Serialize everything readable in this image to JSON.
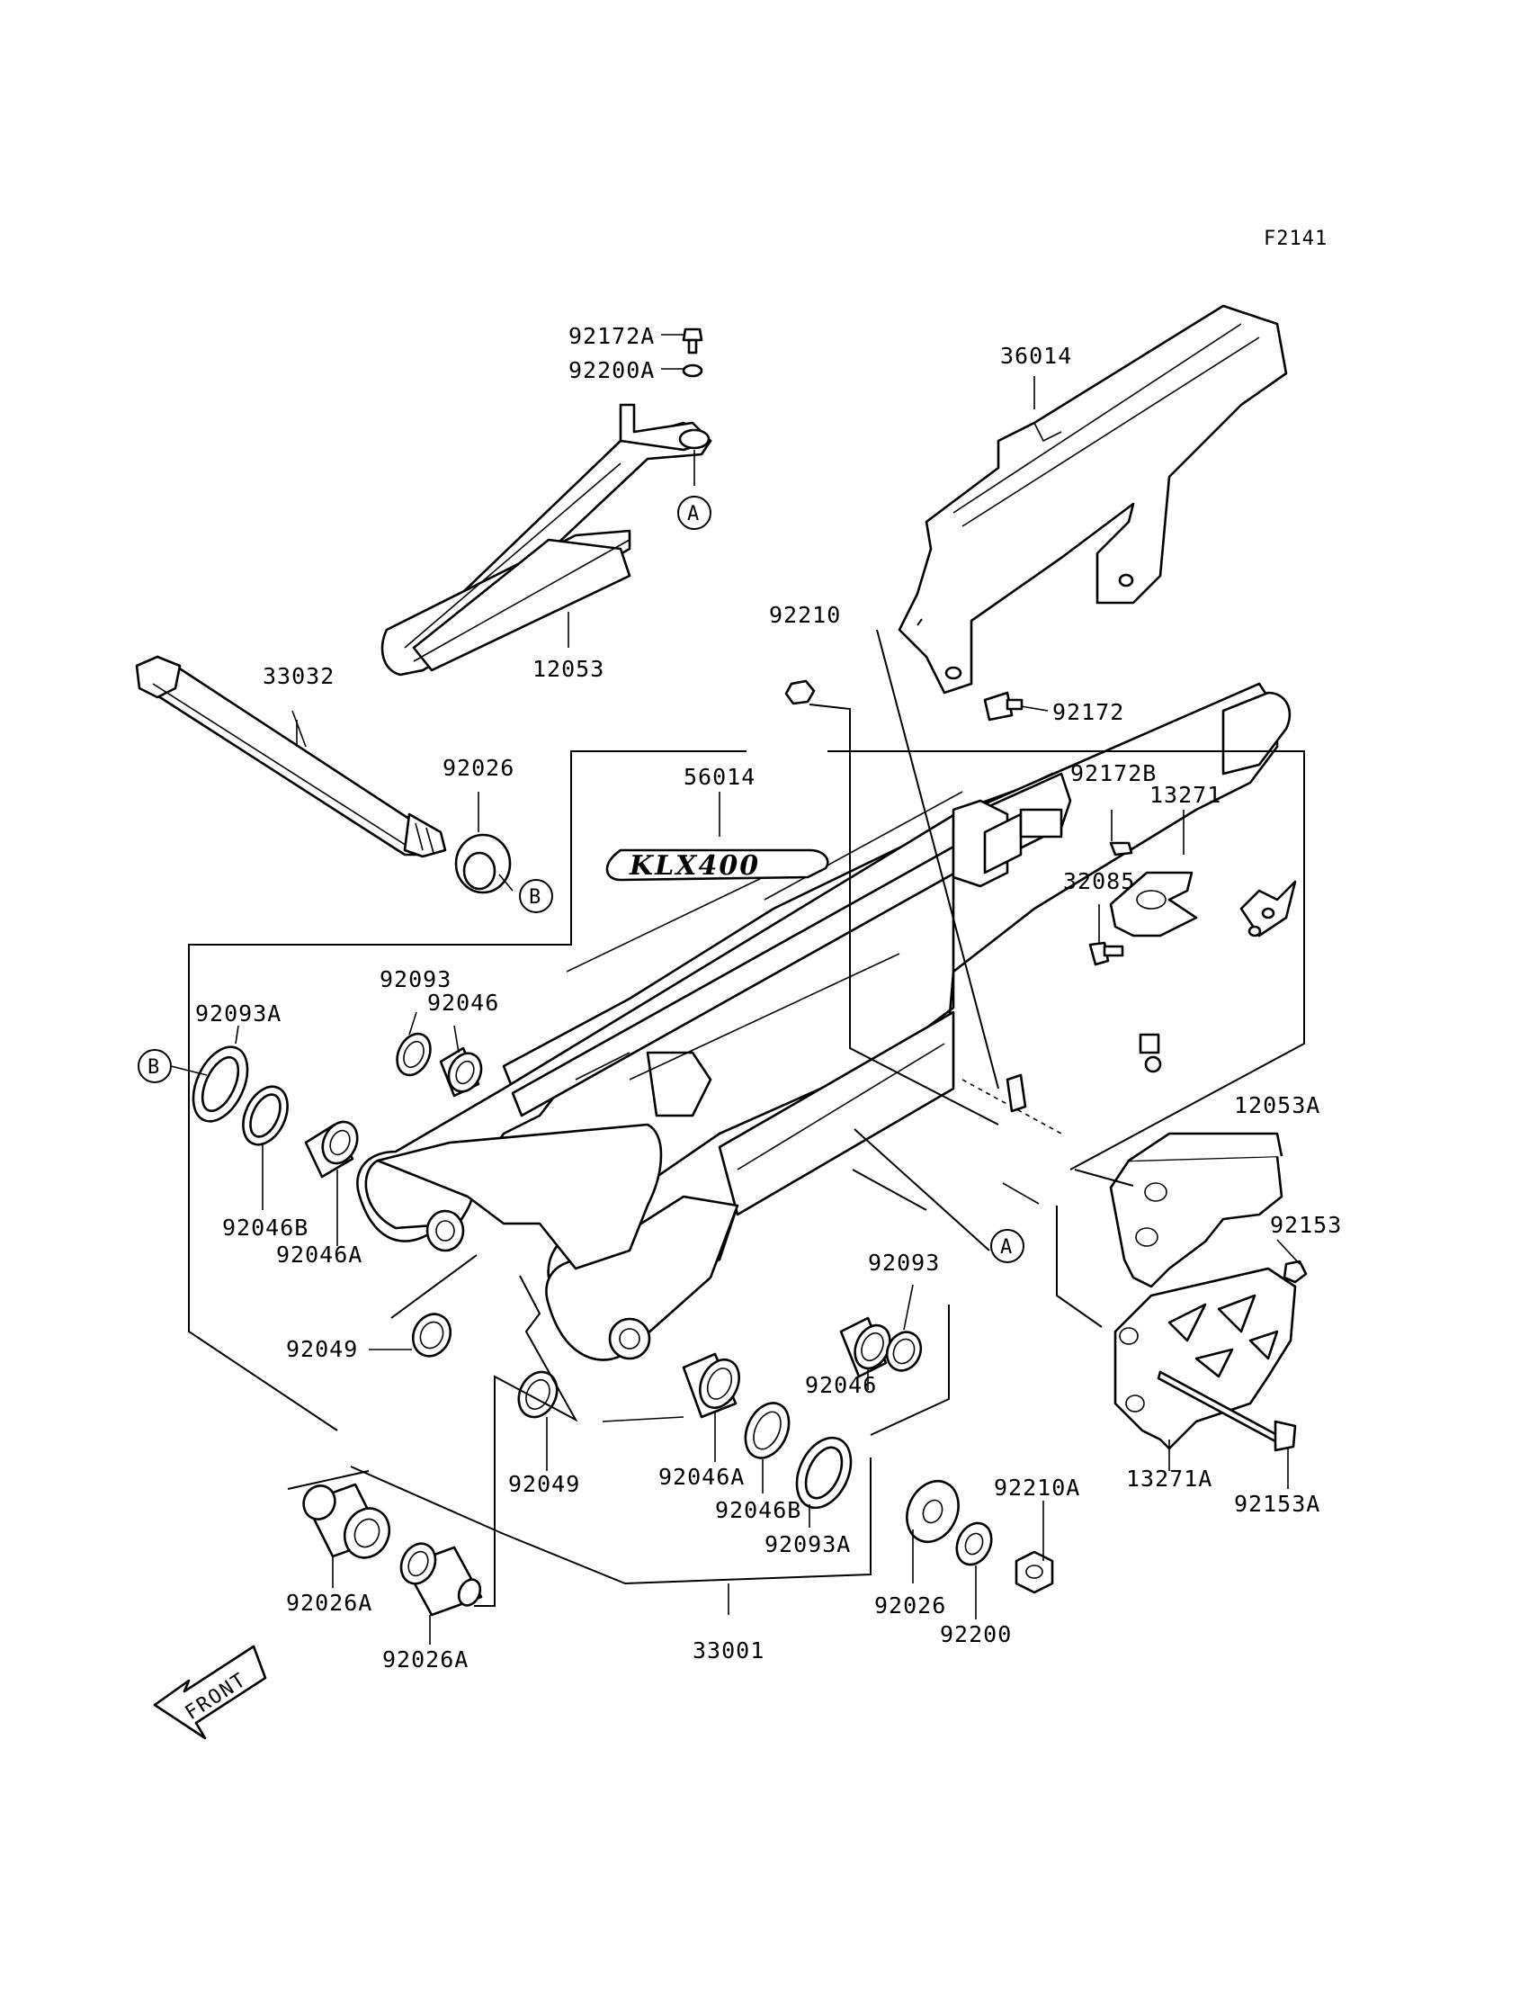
{
  "figure_id": "F2141",
  "parts": {
    "p92172A": "92172A",
    "p92200A": "92200A",
    "p36014": "36014",
    "p12053": "12053",
    "p33032": "33032",
    "p92210": "92210",
    "p92172": "92172",
    "p92026_top": "92026",
    "p56014": "56014",
    "p92172B": "92172B",
    "p13271": "13271",
    "p32085": "32085",
    "p92093_top": "92093",
    "p92046_top": "92046",
    "p92093A_left": "92093A",
    "p92046B_left": "92046B",
    "p92046A_left": "92046A",
    "p12053A": "12053A",
    "p92153": "92153",
    "p92093_mid": "92093",
    "p92049_left": "92049",
    "p92046_mid": "92046",
    "p92049_mid": "92049",
    "p92046A_mid": "92046A",
    "p92046B_mid": "92046B",
    "p92093A_mid": "92093A",
    "p13271A": "13271A",
    "p92153A": "92153A",
    "p92210A": "92210A",
    "p92026A_1": "92026A",
    "p92026A_2": "92026A",
    "p92026_bot": "92026",
    "p92200": "92200",
    "p33001": "33001"
  },
  "callouts": {
    "a": "A",
    "b": "B"
  },
  "emblem_text": "KLX400",
  "front_label": "FRONT"
}
